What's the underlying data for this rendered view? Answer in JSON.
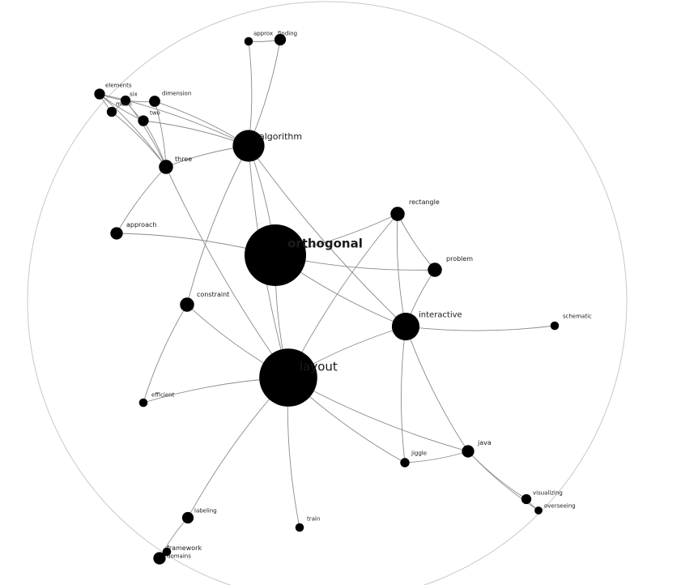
{
  "graph": {
    "nodes": [
      {
        "id": "orthogonal",
        "label": "orthogonal",
        "importance": 1.0,
        "bold": true
      },
      {
        "id": "layout",
        "label": "layout",
        "importance": 0.95,
        "bold": false
      },
      {
        "id": "algorithm",
        "label": "algorithm",
        "importance": 0.55,
        "bold": false
      },
      {
        "id": "interactive",
        "label": "interactive",
        "importance": 0.48,
        "bold": false
      },
      {
        "id": "rectangle",
        "label": "rectangle",
        "importance": 0.22,
        "bold": false
      },
      {
        "id": "problem",
        "label": "problem",
        "importance": 0.22,
        "bold": false
      },
      {
        "id": "constraint",
        "label": "constraint",
        "importance": 0.22,
        "bold": false
      },
      {
        "id": "three",
        "label": "three",
        "importance": 0.22,
        "bold": false
      },
      {
        "id": "approach",
        "label": "approach",
        "importance": 0.18,
        "bold": false
      },
      {
        "id": "dimension",
        "label": "dimension",
        "importance": 0.15,
        "bold": false
      },
      {
        "id": "elements",
        "label": "elements",
        "importance": 0.14,
        "bold": false
      },
      {
        "id": "six",
        "label": "six",
        "importance": 0.12,
        "bold": false
      },
      {
        "id": "mean",
        "label": "mean",
        "importance": 0.12,
        "bold": false
      },
      {
        "id": "two",
        "label": "two",
        "importance": 0.14,
        "bold": false
      },
      {
        "id": "approx",
        "label": "approx",
        "importance": 0.08,
        "bold": false
      },
      {
        "id": "finding",
        "label": "finding",
        "importance": 0.16,
        "bold": false
      },
      {
        "id": "efficient",
        "label": "efficient",
        "importance": 0.08,
        "bold": false
      },
      {
        "id": "jiggle",
        "label": "jiggle",
        "importance": 0.1,
        "bold": false
      },
      {
        "id": "java",
        "label": "java",
        "importance": 0.18,
        "bold": false
      },
      {
        "id": "schematic",
        "label": "schematic",
        "importance": 0.08,
        "bold": false
      },
      {
        "id": "labeling",
        "label": "labeling",
        "importance": 0.16,
        "bold": false
      },
      {
        "id": "train",
        "label": "train",
        "importance": 0.08,
        "bold": false
      },
      {
        "id": "visualizing",
        "label": "visualizing",
        "importance": 0.12,
        "bold": false
      },
      {
        "id": "overseeing",
        "label": "overseeing",
        "importance": 0.06,
        "bold": false
      },
      {
        "id": "framework",
        "label": "framework",
        "importance": 0.18,
        "bold": false
      },
      {
        "id": "domains",
        "label": "domains",
        "importance": 0.08,
        "bold": false
      }
    ],
    "edges": [
      [
        "orthogonal",
        "approach"
      ],
      [
        "orthogonal",
        "rectangle"
      ],
      [
        "orthogonal",
        "problem"
      ],
      [
        "orthogonal",
        "interactive"
      ],
      [
        "orthogonal",
        "layout"
      ],
      [
        "orthogonal",
        "algorithm"
      ],
      [
        "algorithm",
        "three"
      ],
      [
        "algorithm",
        "constraint"
      ],
      [
        "algorithm",
        "layout"
      ],
      [
        "algorithm",
        "interactive"
      ],
      [
        "algorithm",
        "approx"
      ],
      [
        "algorithm",
        "finding"
      ],
      [
        "algorithm",
        "elements"
      ],
      [
        "algorithm",
        "dimension"
      ],
      [
        "algorithm",
        "two"
      ],
      [
        "approx",
        "finding"
      ],
      [
        "three",
        "approach"
      ],
      [
        "three",
        "layout"
      ],
      [
        "three",
        "elements"
      ],
      [
        "three",
        "six"
      ],
      [
        "three",
        "mean"
      ],
      [
        "three",
        "dimension"
      ],
      [
        "three",
        "two"
      ],
      [
        "elements",
        "six"
      ],
      [
        "elements",
        "mean"
      ],
      [
        "elements",
        "two"
      ],
      [
        "six",
        "mean"
      ],
      [
        "mean",
        "two"
      ],
      [
        "mean",
        "dimension"
      ],
      [
        "rectangle",
        "problem"
      ],
      [
        "rectangle",
        "interactive"
      ],
      [
        "rectangle",
        "layout"
      ],
      [
        "problem",
        "interactive"
      ],
      [
        "interactive",
        "layout"
      ],
      [
        "interactive",
        "schematic"
      ],
      [
        "interactive",
        "jiggle"
      ],
      [
        "interactive",
        "java"
      ],
      [
        "constraint",
        "layout"
      ],
      [
        "constraint",
        "efficient"
      ],
      [
        "layout",
        "efficient"
      ],
      [
        "layout",
        "jiggle"
      ],
      [
        "layout",
        "java"
      ],
      [
        "layout",
        "labeling"
      ],
      [
        "layout",
        "train"
      ],
      [
        "jiggle",
        "java"
      ],
      [
        "java",
        "visualizing"
      ],
      [
        "java",
        "overseeing"
      ],
      [
        "visualizing",
        "overseeing"
      ],
      [
        "labeling",
        "framework"
      ],
      [
        "framework",
        "domains"
      ]
    ]
  }
}
